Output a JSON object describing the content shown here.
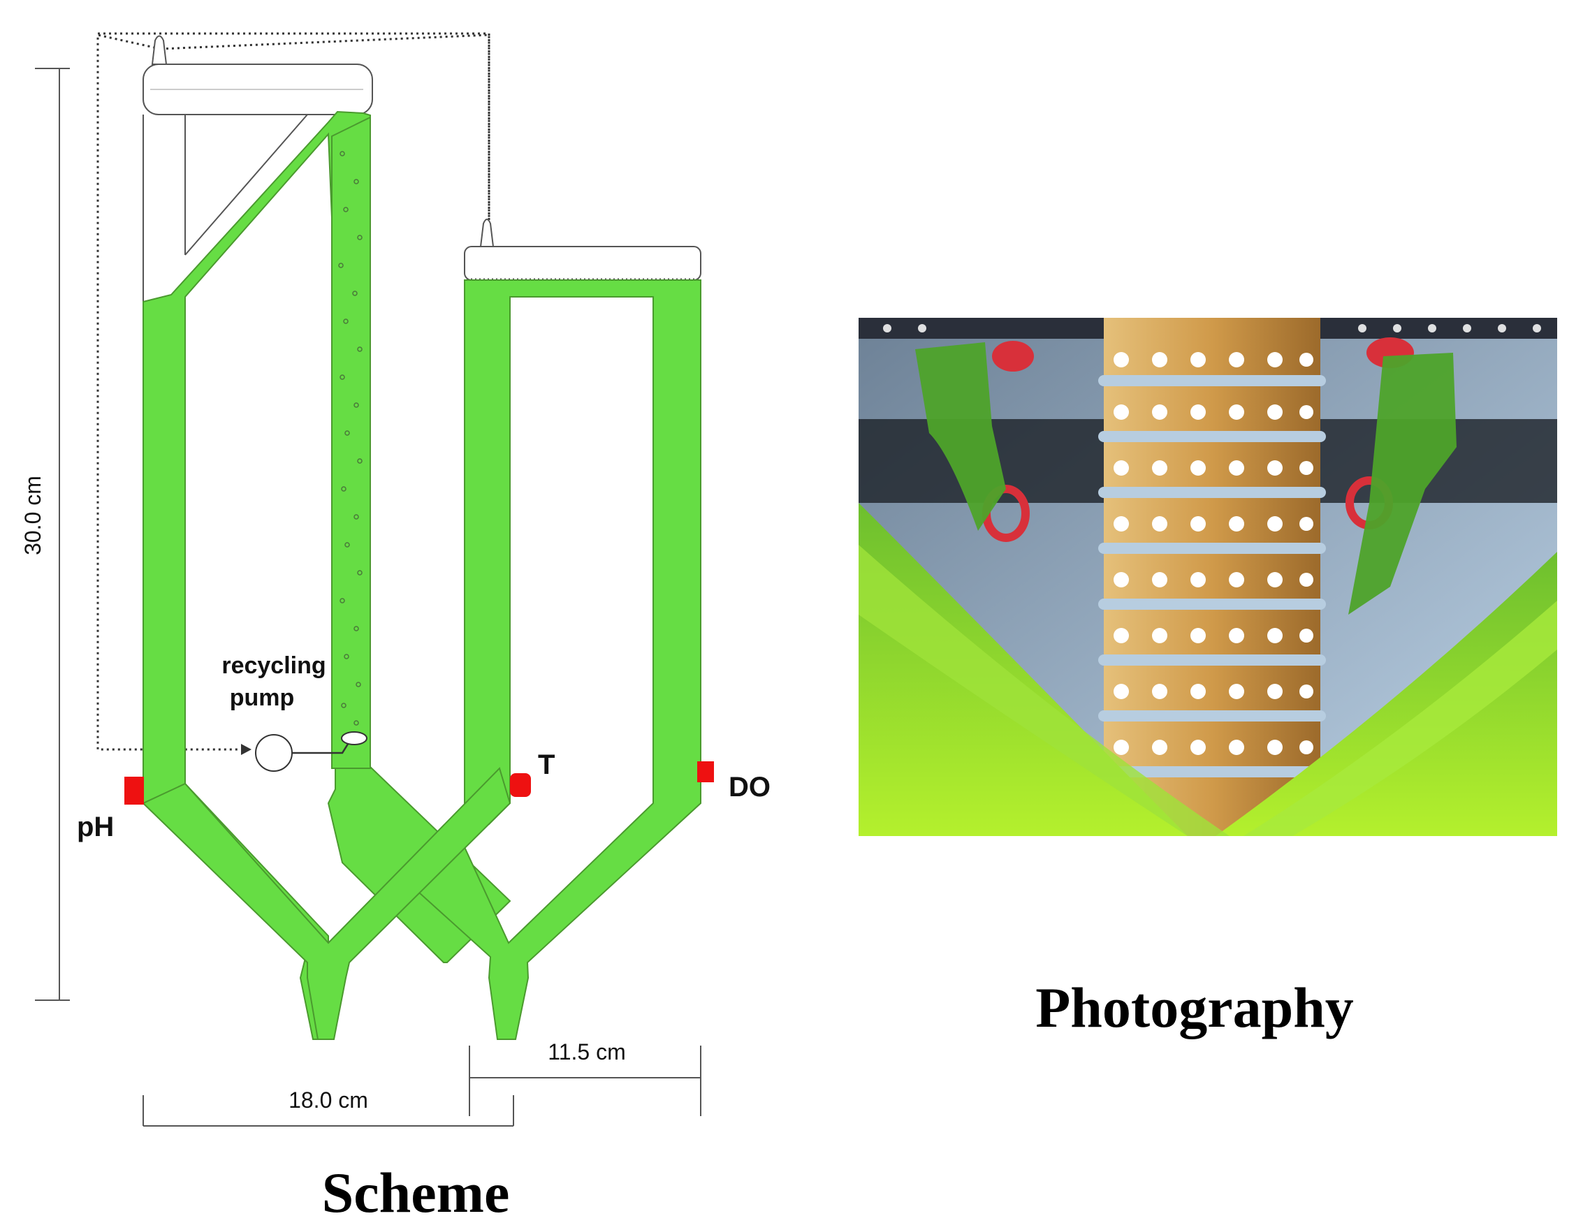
{
  "scheme": {
    "caption": "Scheme",
    "height_label": "30.0 cm",
    "width_label": "18.0 cm",
    "width2_label": "11.5 cm",
    "pump_label_line1": "recycling",
    "pump_label_line2": "pump",
    "sensor_ph": "pH",
    "sensor_t": "T",
    "sensor_do": "DO"
  },
  "photo": {
    "caption": "Photography"
  },
  "colors": {
    "culture_green": "#66dd44",
    "sensor_red": "#ee1111",
    "line": "#333333"
  }
}
